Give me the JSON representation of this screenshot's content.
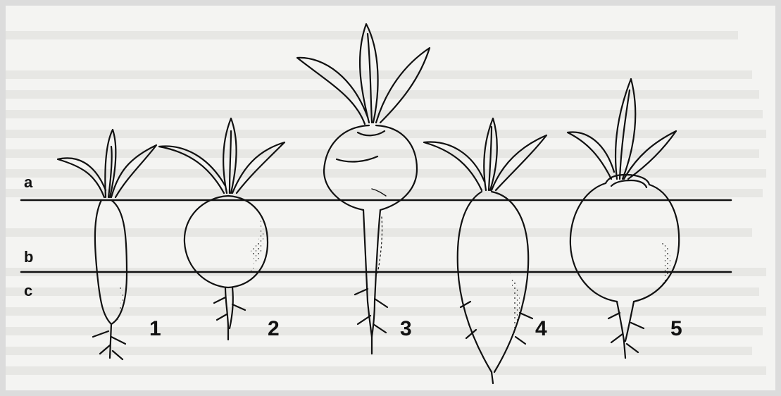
{
  "level_labels": {
    "a": "a",
    "b": "b",
    "c": "c"
  },
  "plant_numbers": [
    "1",
    "2",
    "3",
    "4",
    "5"
  ],
  "colors": {
    "ink": "#111111",
    "paper": "#f4f4f2",
    "bleed": "#e7e7e4"
  }
}
